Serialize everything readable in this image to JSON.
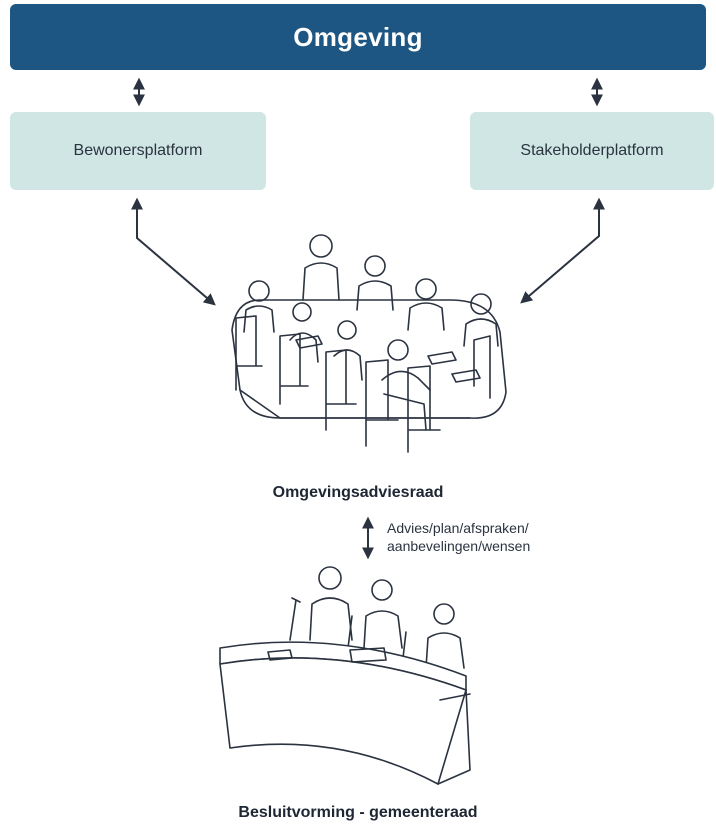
{
  "colors": {
    "banner": "#1d5682",
    "platform_box": "#cfe6e4",
    "line": "#2b3340"
  },
  "top": {
    "title": "Omgeving"
  },
  "platforms": {
    "left": "Bewonersplatform",
    "right": "Stakeholderplatform"
  },
  "council": {
    "label": "Omgevingsadviesraad"
  },
  "flow": {
    "line1": "Advies/plan/afspraken/",
    "line2": "aanbevelingen/wensen"
  },
  "decision": {
    "label": "Besluitvorming - gemeenteraad"
  },
  "icons": {
    "meeting": "meeting-table-illustration-icon",
    "desk": "council-desk-illustration-icon",
    "arrows": "double-arrow-icon"
  }
}
